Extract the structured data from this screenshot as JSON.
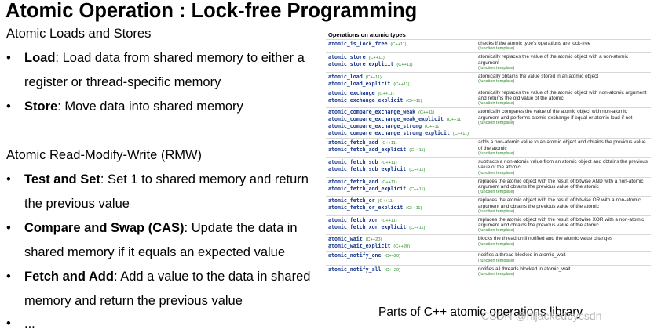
{
  "title": "Atomic Operation : Lock-free Programming",
  "left": {
    "section1": "Atomic Loads and Stores",
    "load_term": "Load",
    "load_text_1": ": Load data from shared memory to either a",
    "load_text_2": "register or thread-specific memory",
    "store_term": "Store",
    "store_text": ": Move data into shared memory",
    "section2": "Atomic Read-Modify-Write (RMW)",
    "tas_term": "Test and Set",
    "tas_text_1": ": Set 1 to shared memory and return",
    "tas_text_2": "the previous value",
    "cas_term": "Compare and Swap (CAS)",
    "cas_text_1": ": Update the data in",
    "cas_text_2": "shared memory if it equals an expected value",
    "faa_term": "Fetch and Add",
    "faa_text_1": ": Add a value to the data in shared",
    "faa_text_2": "memory and return the previous value",
    "more": "...",
    "bullet": "•"
  },
  "table": {
    "heading": "Operations on atomic types",
    "rows": [
      {
        "fns": [
          {
            "name": "atomic_is_lock_free",
            "ver": "(C++11)"
          }
        ],
        "desc": "checks if the atomic type's operations are lock-free",
        "ft": "(function template)"
      },
      {
        "fns": [
          {
            "name": "atomic_store",
            "ver": "(C++11)"
          },
          {
            "name": "atomic_store_explicit",
            "ver": "(C++11)"
          }
        ],
        "desc": "atomically replaces the value of the atomic object with a non-atomic argument",
        "ft": "(function template)"
      },
      {
        "fns": [
          {
            "name": "atomic_load",
            "ver": "(C++11)"
          },
          {
            "name": "atomic_load_explicit",
            "ver": "(C++11)"
          }
        ],
        "desc": "atomically obtains the value stored in an atomic object",
        "ft": "(function template)"
      },
      {
        "fns": [
          {
            "name": "atomic_exchange",
            "ver": "(C++11)"
          },
          {
            "name": "atomic_exchange_explicit",
            "ver": "(C++11)"
          }
        ],
        "desc": "atomically replaces the value of the atomic object with non-atomic argument and returns the old value of the atomic",
        "ft": "(function template)"
      },
      {
        "fns": [
          {
            "name": "atomic_compare_exchange_weak",
            "ver": "(C++11)"
          },
          {
            "name": "atomic_compare_exchange_weak_explicit",
            "ver": "(C++11)"
          },
          {
            "name": "atomic_compare_exchange_strong",
            "ver": "(C++11)"
          },
          {
            "name": "atomic_compare_exchange_strong_explicit",
            "ver": "(C++11)"
          }
        ],
        "desc": "atomically compares the value of the atomic object with non-atomic argument and performs atomic exchange if equal or atomic load if not",
        "ft": "(function template)"
      },
      {
        "fns": [
          {
            "name": "atomic_fetch_add",
            "ver": "(C++11)"
          },
          {
            "name": "atomic_fetch_add_explicit",
            "ver": "(C++11)"
          }
        ],
        "desc": "adds a non-atomic value to an atomic object and obtains the previous value of the atomic",
        "ft": "(function template)"
      },
      {
        "fns": [
          {
            "name": "atomic_fetch_sub",
            "ver": "(C++11)"
          },
          {
            "name": "atomic_fetch_sub_explicit",
            "ver": "(C++11)"
          }
        ],
        "desc": "subtracts a non-atomic value from an atomic object and obtains the previous value of the atomic",
        "ft": "(function template)"
      },
      {
        "fns": [
          {
            "name": "atomic_fetch_and",
            "ver": "(C++11)"
          },
          {
            "name": "atomic_fetch_and_explicit",
            "ver": "(C++11)"
          }
        ],
        "desc": "replaces the atomic object with the result of bitwise AND with a non-atomic argument and obtains the previous value of the atomic",
        "ft": "(function template)"
      },
      {
        "fns": [
          {
            "name": "atomic_fetch_or",
            "ver": "(C++11)"
          },
          {
            "name": "atomic_fetch_or_explicit",
            "ver": "(C++11)"
          }
        ],
        "desc": "replaces the atomic object with the result of bitwise OR with a non-atomic argument and obtains the previous value of the atomic",
        "ft": "(function template)"
      },
      {
        "fns": [
          {
            "name": "atomic_fetch_xor",
            "ver": "(C++11)"
          },
          {
            "name": "atomic_fetch_xor_explicit",
            "ver": "(C++11)"
          }
        ],
        "desc": "replaces the atomic object with the result of bitwise XOR with a non-atomic argument and obtains the previous value of the atomic",
        "ft": "(function template)"
      },
      {
        "fns": [
          {
            "name": "atomic_wait",
            "ver": "(C++20)"
          },
          {
            "name": "atomic_wait_explicit",
            "ver": "(C++20)"
          }
        ],
        "desc": "blocks the thread until notified and the atomic value changes",
        "ft": "(function template)"
      },
      {
        "fns": [
          {
            "name": "atomic_notify_one",
            "ver": "(C++20)"
          }
        ],
        "desc": "notifies a thread blocked in atomic_wait",
        "ft": "(function template)"
      },
      {
        "fns": [
          {
            "name": "atomic_notify_all",
            "ver": "(C++20)"
          }
        ],
        "desc": "notifies all threads blocked in atomic_wait",
        "ft": "(function template)"
      }
    ]
  },
  "caption": "Parts of C++ atomic operations library",
  "watermark": "CSDN @hijackedbycsdn"
}
